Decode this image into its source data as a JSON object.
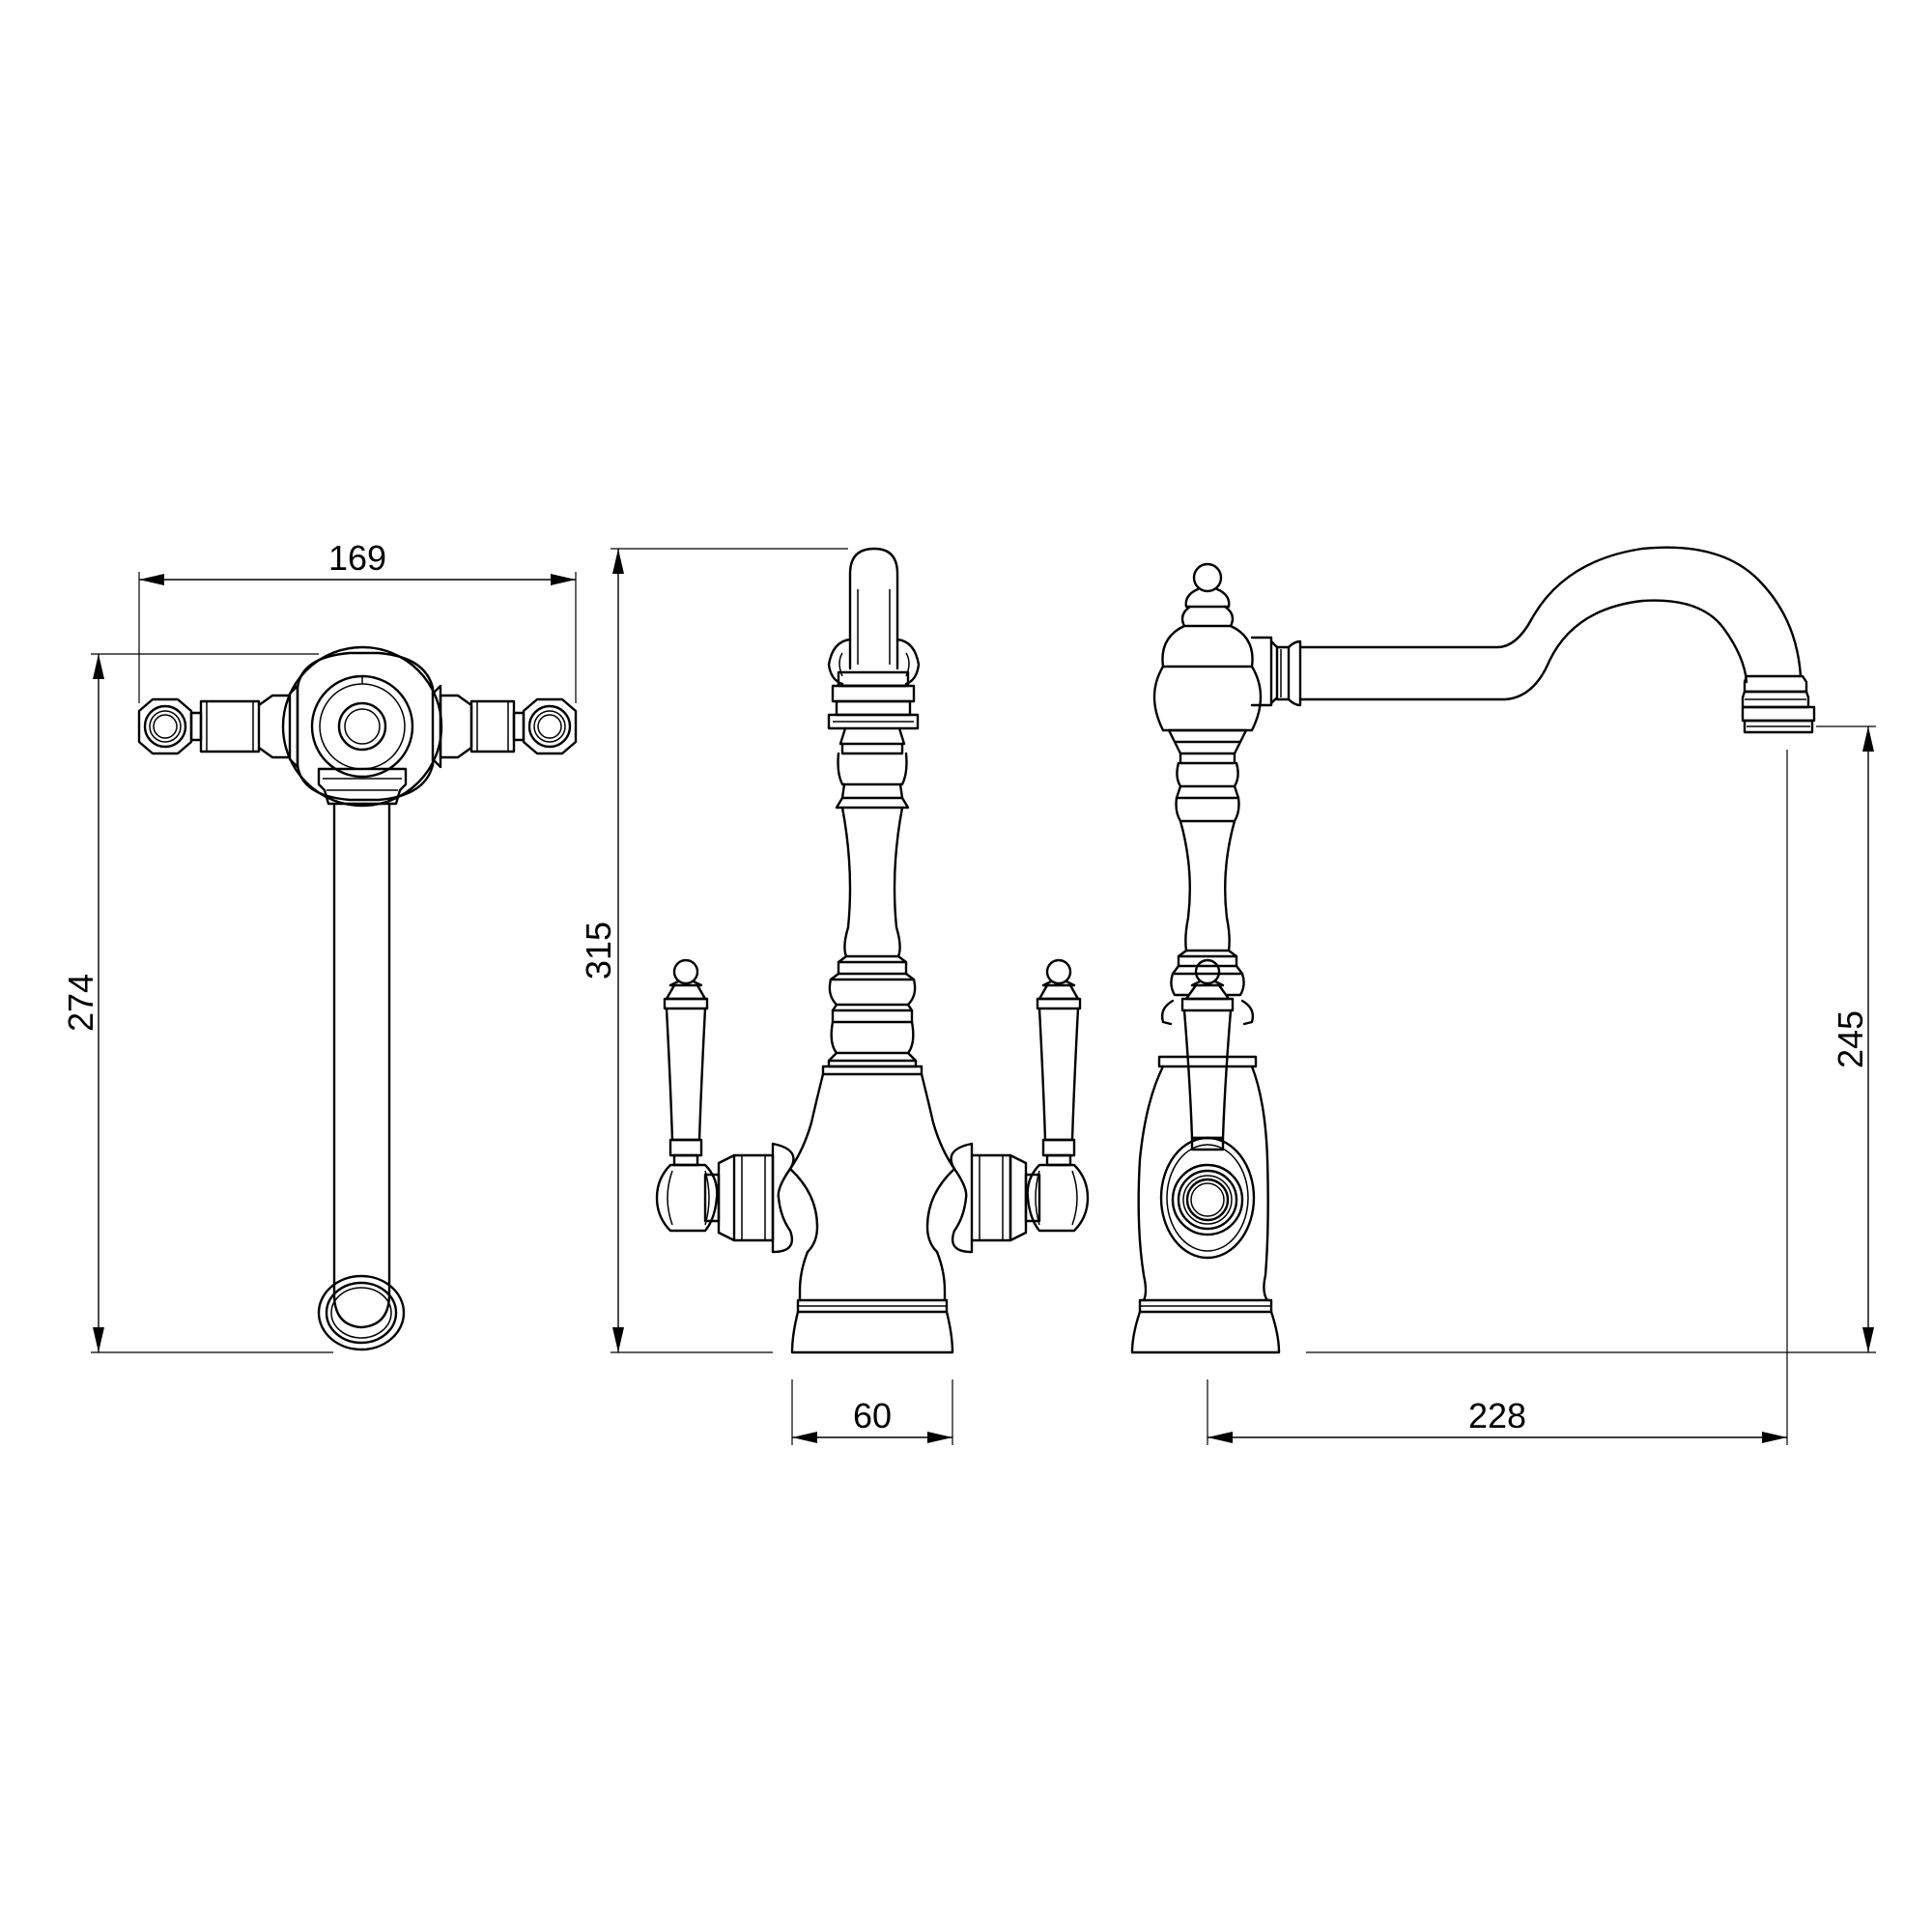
{
  "dimensions": {
    "top_width": "169",
    "top_depth": "274",
    "overall_height": "315",
    "base_diameter": "60",
    "spout_reach": "228",
    "spout_height": "245"
  }
}
